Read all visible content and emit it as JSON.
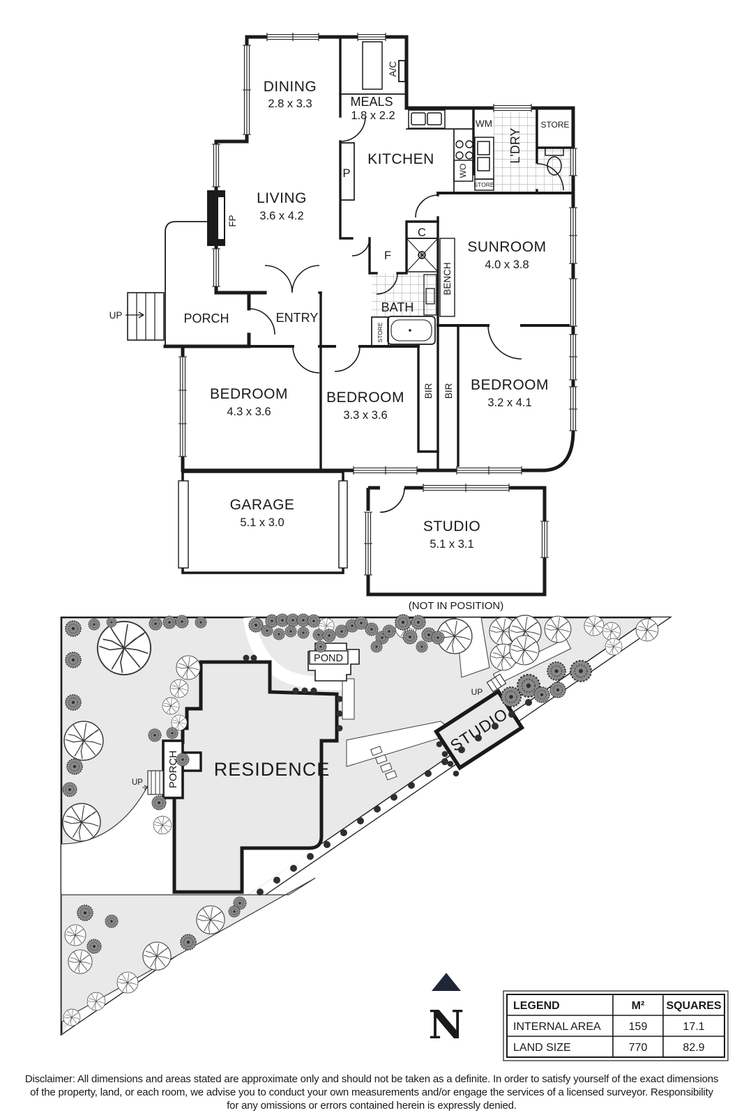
{
  "floorplan": {
    "labels": {
      "dining": "DINING",
      "dining_dim": "2.8 x 3.3",
      "meals": "MEALS",
      "meals_dim": "1.8 x 2.2",
      "kitchen": "KITCHEN",
      "living": "LIVING",
      "living_dim": "3.6 x 4.2",
      "sunroom": "SUNROOM",
      "sunroom_dim": "4.0 x 3.8",
      "laundry": "L'DRY",
      "porch": "PORCH",
      "entry": "ENTRY",
      "bath": "BATH",
      "bed1": "BEDROOM",
      "bed1_dim": "4.3 x 3.6",
      "bed2": "BEDROOM",
      "bed2_dim": "3.3 x 3.6",
      "bed3": "BEDROOM",
      "bed3_dim": "3.2 x 4.1",
      "garage": "GARAGE",
      "garage_dim": "5.1 x 3.0",
      "studio": "STUDIO",
      "studio_dim": "5.1 x 3.1",
      "not_in_position": "(NOT IN POSITION)",
      "fp": "FP",
      "ac": "A/C",
      "wm": "WM",
      "wo": "WO",
      "p": "P",
      "c": "C",
      "f": "F",
      "bench": "BENCH",
      "bir": "BIR",
      "store": "STORE",
      "up": "UP"
    }
  },
  "siteplan": {
    "labels": {
      "residence": "RESIDENCE",
      "studio": "STUDIO",
      "porch": "PORCH",
      "pond": "POND",
      "up": "UP"
    }
  },
  "north": {
    "letter": "N"
  },
  "legend": {
    "headers": [
      "LEGEND",
      "M²",
      "SQUARES"
    ],
    "rows": [
      {
        "label": "INTERNAL AREA",
        "m2": "159",
        "squares": "17.1"
      },
      {
        "label": "LAND SIZE",
        "m2": "770",
        "squares": "82.9"
      }
    ]
  },
  "disclaimer": {
    "line1": "Disclaimer: All dimensions and areas stated are approximate only and should not be taken as a definite. In order to satisfy yourself of the exact dimensions",
    "line2": "of the property, land, or each room, we advise you to conduct your own measurements and/or engage the services of a licensed surveyor. Responsibility",
    "line3": "for any omissions or errors contained herein is expressly denied."
  },
  "colors": {
    "ink": "#1a1a1a",
    "site_fill": "#e9e9e9",
    "north": "#1f2638",
    "tile_line": "#9a9a9a"
  }
}
